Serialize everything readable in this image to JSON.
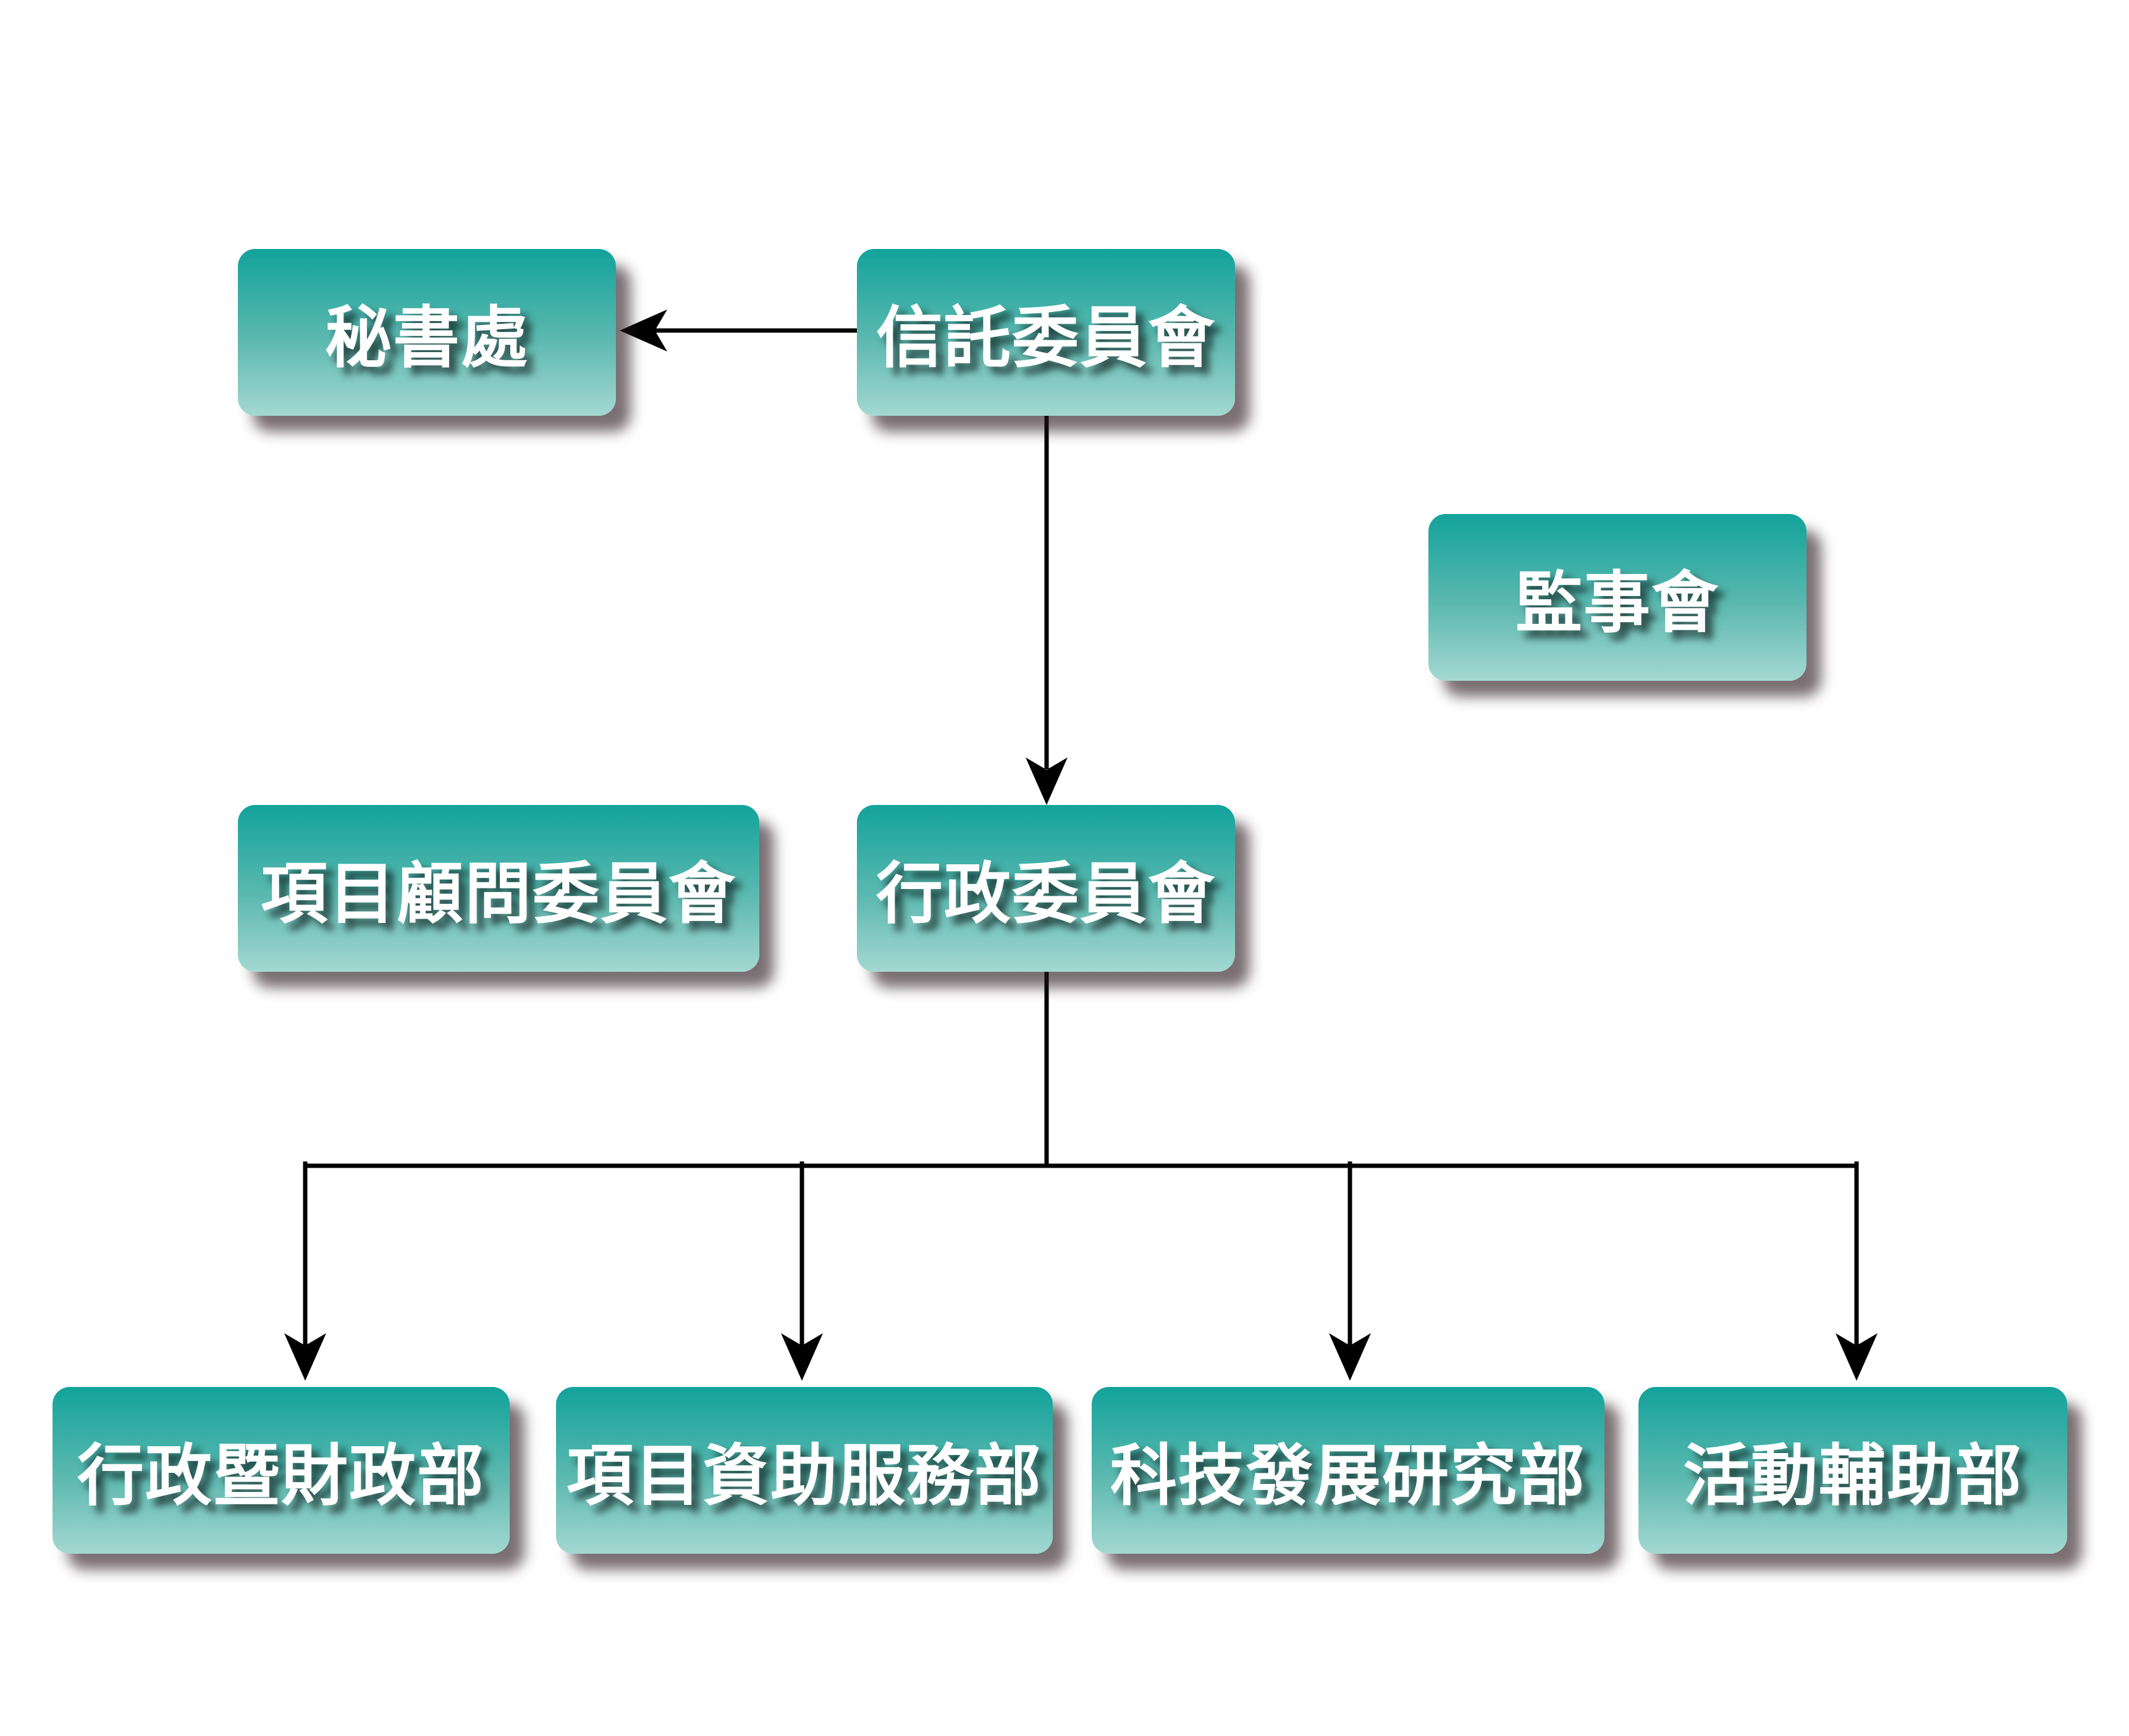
{
  "nodes": {
    "secretariat": "秘書處",
    "board_of_trustees": "信託委員會",
    "supervisory_board": "監事會",
    "project_advisory_committee": "項目顧問委員會",
    "executive_committee": "行政委員會",
    "admin_finance_dept": "行政暨財政部",
    "project_funding_dept": "項目資助服務部",
    "tech_rnd_dept": "科技發展研究部",
    "activities_support_dept": "活動輔助部"
  },
  "edges": [
    {
      "from": "board_of_trustees",
      "to": "secretariat"
    },
    {
      "from": "board_of_trustees",
      "to": "executive_committee"
    },
    {
      "from": "executive_committee",
      "to": "admin_finance_dept"
    },
    {
      "from": "executive_committee",
      "to": "project_funding_dept"
    },
    {
      "from": "executive_committee",
      "to": "tech_rnd_dept"
    },
    {
      "from": "executive_committee",
      "to": "activities_support_dept"
    }
  ],
  "colors": {
    "node_top": "#12a39b",
    "node_bottom": "#a4d8d2",
    "connector": "#000000",
    "label": "#ffffff"
  }
}
